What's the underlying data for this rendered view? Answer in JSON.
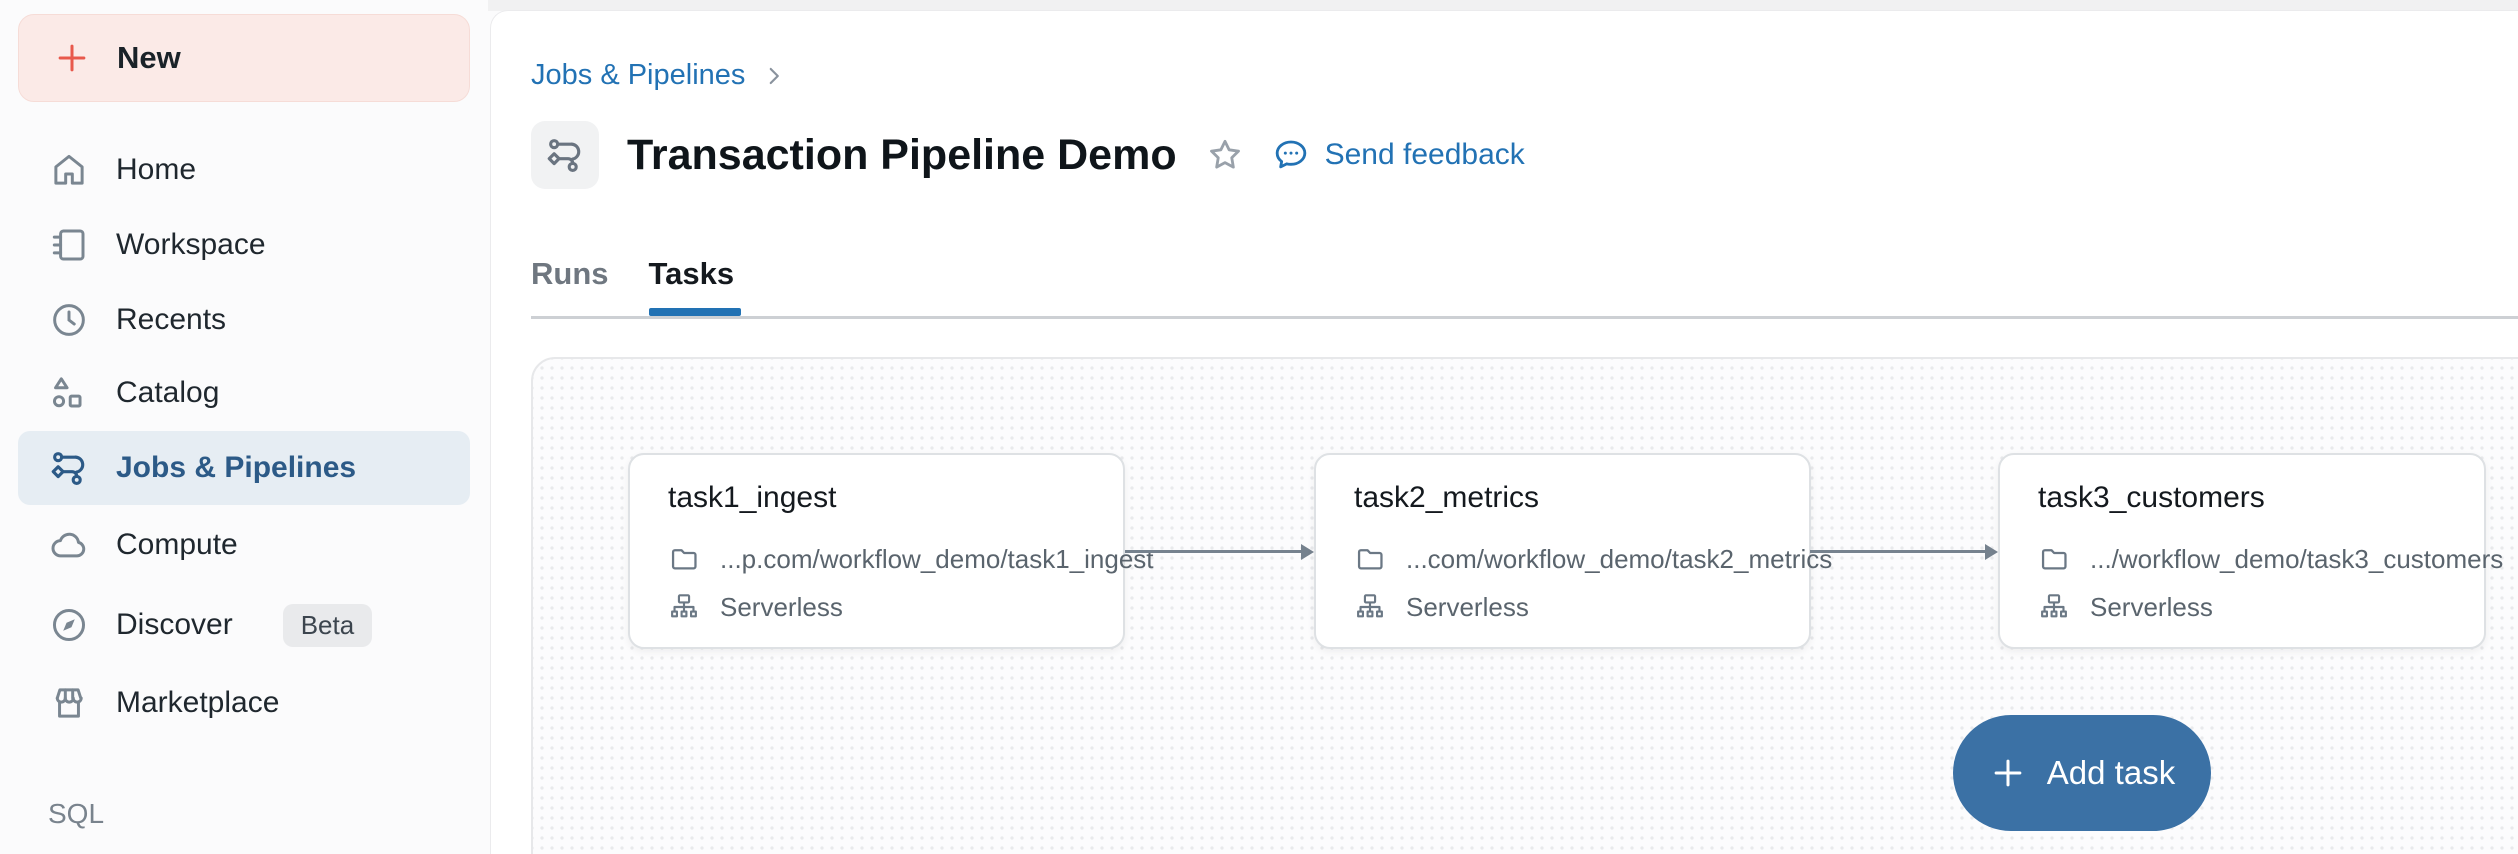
{
  "sidebar": {
    "new_button_label": "New",
    "items": [
      {
        "label": "Home"
      },
      {
        "label": "Workspace"
      },
      {
        "label": "Recents"
      },
      {
        "label": "Catalog"
      },
      {
        "label": "Jobs & Pipelines"
      },
      {
        "label": "Compute"
      },
      {
        "label": "Discover",
        "badge": "Beta"
      },
      {
        "label": "Marketplace"
      }
    ],
    "section_label": "SQL"
  },
  "header": {
    "breadcrumb": "Jobs & Pipelines",
    "title": "Transaction Pipeline Demo",
    "feedback_link": "Send feedback"
  },
  "tabs": [
    {
      "label": "Runs",
      "active": false
    },
    {
      "label": "Tasks",
      "active": true
    }
  ],
  "canvas": {
    "tasks": [
      {
        "name": "task1_ingest",
        "path": "...p.com/workflow_demo/task1_ingest",
        "compute": "Serverless"
      },
      {
        "name": "task2_metrics",
        "path": "...com/workflow_demo/task2_metrics",
        "compute": "Serverless"
      },
      {
        "name": "task3_customers",
        "path": ".../workflow_demo/task3_customers",
        "compute": "Serverless"
      }
    ],
    "add_task_label": "Add task"
  },
  "colors": {
    "link_blue": "#2272B4",
    "selected_nav_blue": "#2C5A87",
    "selected_nav_bg": "#E6EDF3",
    "add_task_button": "#3B71A5",
    "new_button_bg": "#FBEAE7",
    "new_plus_red": "#E8594C",
    "canvas_dot": "#E9EAEC",
    "edge_gray": "#76828E"
  }
}
